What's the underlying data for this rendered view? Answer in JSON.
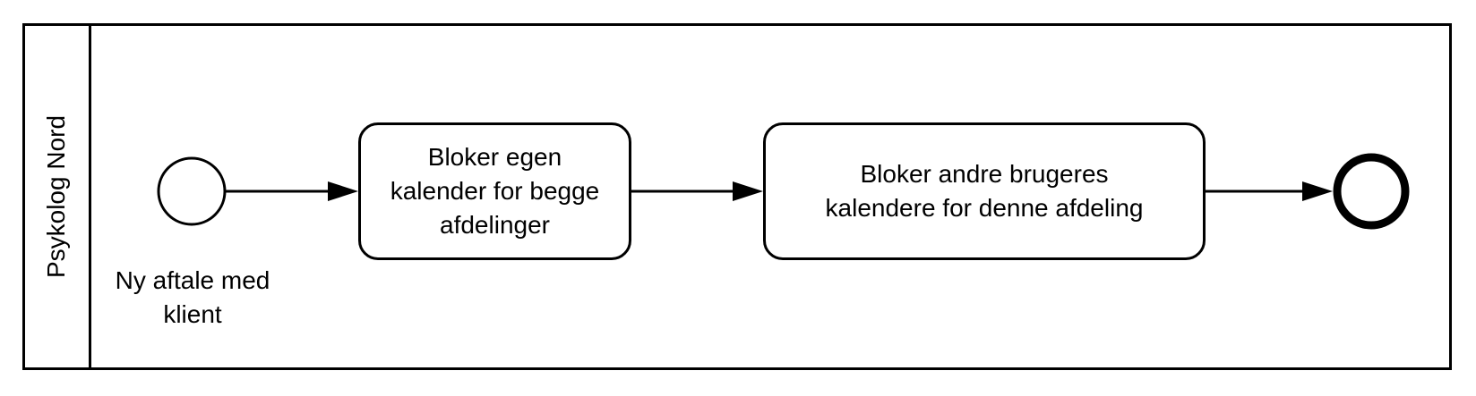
{
  "pool": {
    "label": "Psykolog Nord"
  },
  "start_event": {
    "label": "Ny aftale med\nklient"
  },
  "tasks": [
    {
      "label": "Bloker egen\nkalender for begge\nafdelinger"
    },
    {
      "label": "Bloker andre brugeres\nkalendere for denne afdeling"
    }
  ],
  "colors": {
    "stroke": "#000000",
    "fill": "#ffffff"
  }
}
